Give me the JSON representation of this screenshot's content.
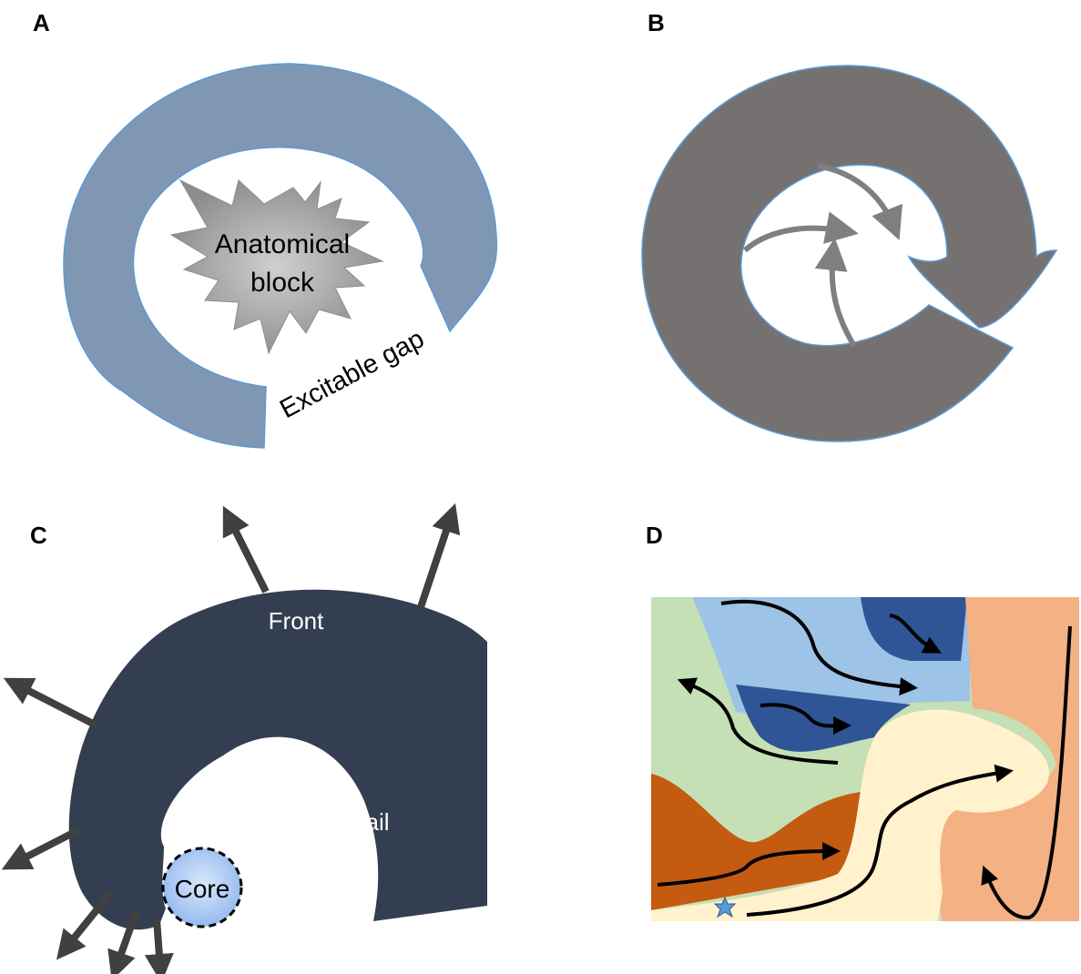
{
  "panels": {
    "a": {
      "letter": "A",
      "block_line1": "Anatomical",
      "block_line2": "block",
      "gap_label": "Excitable gap",
      "colors": {
        "ring": "#8097b3",
        "ring_edge": "#5b9bd5",
        "star": "#999999"
      }
    },
    "b": {
      "letter": "B",
      "colors": {
        "ring": "#767171",
        "arrow": "#7f7f7f"
      }
    },
    "c": {
      "letter": "C",
      "front_label": "Front",
      "tail_label": "Tail",
      "core_label": "Core",
      "colors": {
        "wave": "#333f50",
        "arrow": "#404040",
        "core": "#a9c8f5"
      }
    },
    "d": {
      "letter": "D",
      "colors": {
        "light_blue": "#9dc3e6",
        "dark_blue": "#2f5597",
        "green": "#c5e0b4",
        "orange": "#c55a11",
        "cream": "#fff2cc",
        "salmon": "#f4b183",
        "star": "#5b9bd5"
      }
    }
  }
}
